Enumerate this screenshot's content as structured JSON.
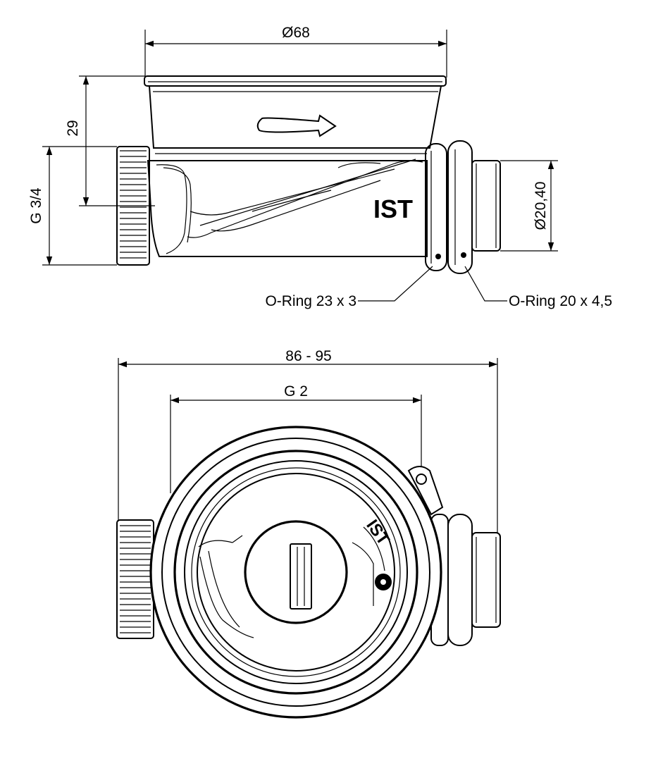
{
  "side_view": {
    "dimensions": {
      "top_diameter": "Ø68",
      "height": "29",
      "thread": "G 3/4",
      "outlet_diameter": "Ø20,40"
    },
    "brand_mark": "IST",
    "callouts": {
      "oring_small": "O-Ring 23 x 3",
      "oring_large": "O-Ring 20 x 4,5"
    }
  },
  "top_view": {
    "dimensions": {
      "overall_width": "86 - 95",
      "body_thread": "G 2"
    },
    "brand_mark": "IST"
  }
}
